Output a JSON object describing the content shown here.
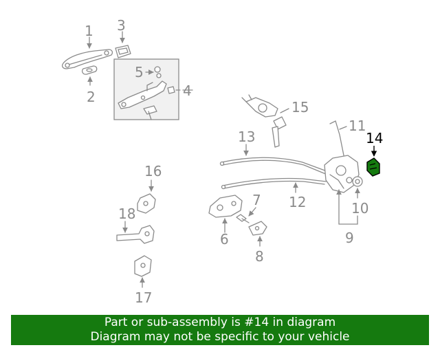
{
  "labels": {
    "l1": "1",
    "l2": "2",
    "l3": "3",
    "l4": "4",
    "l5": "5",
    "l6": "6",
    "l7": "7",
    "l8": "8",
    "l9": "9",
    "l10": "10",
    "l11": "11",
    "l12": "12",
    "l13": "13",
    "l14": "14",
    "l15": "15",
    "l16": "16",
    "l17": "17",
    "l18": "18"
  },
  "highlight_color": "#157a0f",
  "banner": {
    "line1": "Part or sub-assembly is #14 in diagram",
    "line2": "Diagram may not be specific to your vehicle"
  }
}
